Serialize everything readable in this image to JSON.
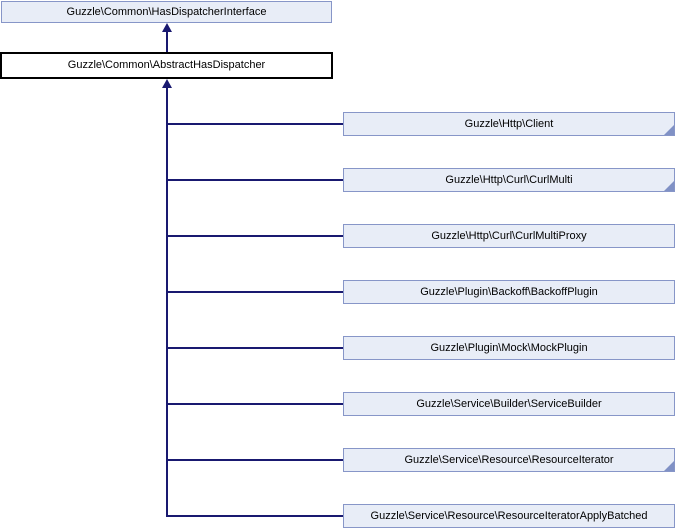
{
  "diagram": {
    "type": "class-inheritance-graph",
    "parent_interface": {
      "label": "Guzzle\\Common\\HasDispatcherInterface"
    },
    "current_class": {
      "label": "Guzzle\\Common\\AbstractHasDispatcher"
    },
    "children": [
      {
        "label": "Guzzle\\Http\\Client",
        "truncated": true
      },
      {
        "label": "Guzzle\\Http\\Curl\\CurlMulti",
        "truncated": true
      },
      {
        "label": "Guzzle\\Http\\Curl\\CurlMultiProxy",
        "truncated": false
      },
      {
        "label": "Guzzle\\Plugin\\Backoff\\BackoffPlugin",
        "truncated": false
      },
      {
        "label": "Guzzle\\Plugin\\Mock\\MockPlugin",
        "truncated": false
      },
      {
        "label": "Guzzle\\Service\\Builder\\ServiceBuilder",
        "truncated": false
      },
      {
        "label": "Guzzle\\Service\\Resource\\ResourceIterator",
        "truncated": true
      },
      {
        "label": "Guzzle\\Service\\Resource\\ResourceIteratorApplyBatched",
        "truncated": false
      }
    ],
    "colors": {
      "node_fill": "#e8edf7",
      "node_border": "#8796c8",
      "current_fill": "#ffffff",
      "current_border": "#000000",
      "arrow": "#191970",
      "fold": "#8091c5"
    }
  }
}
